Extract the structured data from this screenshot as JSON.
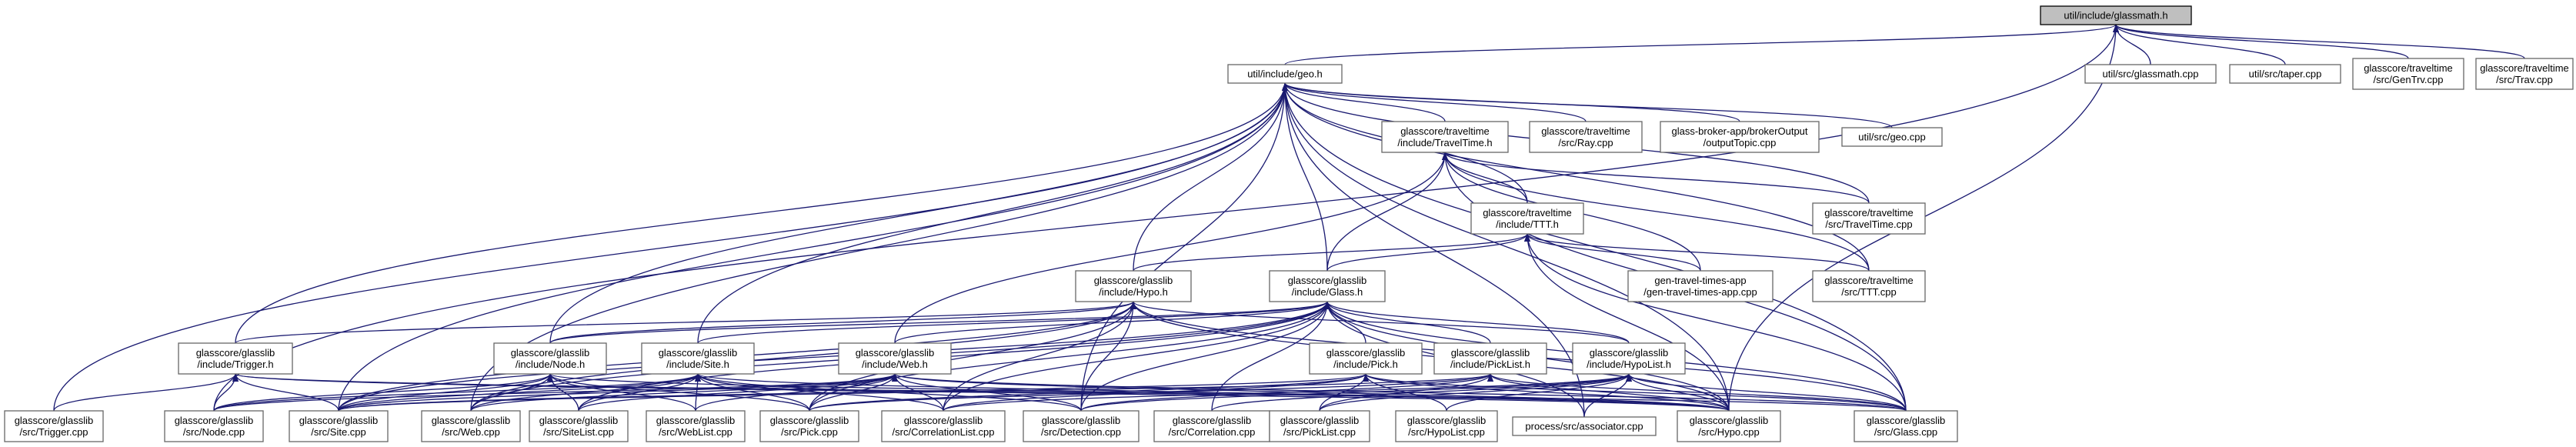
{
  "colors": {
    "edge": "#191970",
    "node_border": "#666666",
    "root_fill": "#bfbfbf",
    "root_border": "#000000",
    "background": "#ffffff"
  },
  "nodes": [
    {
      "id": "glassmath_h",
      "lines": [
        "util/include/glassmath.h"
      ],
      "root": true
    },
    {
      "id": "geo_h",
      "lines": [
        "util/include/geo.h"
      ]
    },
    {
      "id": "util_glassmath_cpp",
      "lines": [
        "util/src/glassmath.cpp"
      ]
    },
    {
      "id": "util_taper_cpp",
      "lines": [
        "util/src/taper.cpp"
      ]
    },
    {
      "id": "gentrv_cpp",
      "lines": [
        "glasscore/traveltime",
        "/src/GenTrv.cpp"
      ]
    },
    {
      "id": "trav_cpp",
      "lines": [
        "glasscore/traveltime",
        "/src/Trav.cpp"
      ]
    },
    {
      "id": "traveltime_h",
      "lines": [
        "glasscore/traveltime",
        "/include/TravelTime.h"
      ]
    },
    {
      "id": "ray_cpp",
      "lines": [
        "glasscore/traveltime",
        "/src/Ray.cpp"
      ]
    },
    {
      "id": "outputtopic_cpp",
      "lines": [
        "glass-broker-app/brokerOutput",
        "/outputTopic.cpp"
      ]
    },
    {
      "id": "util_geo_cpp",
      "lines": [
        "util/src/geo.cpp"
      ]
    },
    {
      "id": "ttt_h",
      "lines": [
        "glasscore/traveltime",
        "/include/TTT.h"
      ]
    },
    {
      "id": "traveltime_cpp",
      "lines": [
        "glasscore/traveltime",
        "/src/TravelTime.cpp"
      ]
    },
    {
      "id": "hypo_h",
      "lines": [
        "glasscore/glasslib",
        "/include/Hypo.h"
      ]
    },
    {
      "id": "glass_h",
      "lines": [
        "glasscore/glasslib",
        "/include/Glass.h"
      ]
    },
    {
      "id": "gtt_cpp",
      "lines": [
        "gen-travel-times-app",
        "/gen-travel-times-app.cpp"
      ]
    },
    {
      "id": "ttt_cpp",
      "lines": [
        "glasscore/traveltime",
        "/src/TTT.cpp"
      ]
    },
    {
      "id": "trigger_h",
      "lines": [
        "glasscore/glasslib",
        "/include/Trigger.h"
      ]
    },
    {
      "id": "node_h",
      "lines": [
        "glasscore/glasslib",
        "/include/Node.h"
      ]
    },
    {
      "id": "site_h",
      "lines": [
        "glasscore/glasslib",
        "/include/Site.h"
      ]
    },
    {
      "id": "web_h",
      "lines": [
        "glasscore/glasslib",
        "/include/Web.h"
      ]
    },
    {
      "id": "pick_h",
      "lines": [
        "glasscore/glasslib",
        "/include/Pick.h"
      ]
    },
    {
      "id": "picklist_h",
      "lines": [
        "glasscore/glasslib",
        "/include/PickList.h"
      ]
    },
    {
      "id": "hypolist_h",
      "lines": [
        "glasscore/glasslib",
        "/include/HypoList.h"
      ]
    },
    {
      "id": "trigger_cpp",
      "lines": [
        "glasscore/glasslib",
        "/src/Trigger.cpp"
      ]
    },
    {
      "id": "node_cpp",
      "lines": [
        "glasscore/glasslib",
        "/src/Node.cpp"
      ]
    },
    {
      "id": "site_cpp",
      "lines": [
        "glasscore/glasslib",
        "/src/Site.cpp"
      ]
    },
    {
      "id": "web_cpp",
      "lines": [
        "glasscore/glasslib",
        "/src/Web.cpp"
      ]
    },
    {
      "id": "sitelist_cpp",
      "lines": [
        "glasscore/glasslib",
        "/src/SiteList.cpp"
      ]
    },
    {
      "id": "weblist_cpp",
      "lines": [
        "glasscore/glasslib",
        "/src/WebList.cpp"
      ]
    },
    {
      "id": "pick_cpp",
      "lines": [
        "glasscore/glasslib",
        "/src/Pick.cpp"
      ]
    },
    {
      "id": "correlationlist_cpp",
      "lines": [
        "glasscore/glasslib",
        "/src/CorrelationList.cpp"
      ]
    },
    {
      "id": "detection_cpp",
      "lines": [
        "glasscore/glasslib",
        "/src/Detection.cpp"
      ]
    },
    {
      "id": "correlation_cpp",
      "lines": [
        "glasscore/glasslib",
        "/src/Correlation.cpp"
      ]
    },
    {
      "id": "picklist_cpp",
      "lines": [
        "glasscore/glasslib",
        "/src/PickList.cpp"
      ]
    },
    {
      "id": "hypolist_cpp",
      "lines": [
        "glasscore/glasslib",
        "/src/HypoList.cpp"
      ]
    },
    {
      "id": "associator_cpp",
      "lines": [
        "process/src/associator.cpp"
      ]
    },
    {
      "id": "hypo_cpp",
      "lines": [
        "glasscore/glasslib",
        "/src/Hypo.cpp"
      ]
    },
    {
      "id": "glass_cpp",
      "lines": [
        "glasscore/glasslib",
        "/src/Glass.cpp"
      ]
    }
  ],
  "edges": [
    [
      "geo_h",
      "glassmath_h"
    ],
    [
      "util_glassmath_cpp",
      "glassmath_h"
    ],
    [
      "util_taper_cpp",
      "glassmath_h"
    ],
    [
      "gentrv_cpp",
      "glassmath_h"
    ],
    [
      "trav_cpp",
      "glassmath_h"
    ],
    [
      "hypo_cpp",
      "glassmath_h"
    ],
    [
      "node_cpp",
      "glassmath_h"
    ],
    [
      "traveltime_h",
      "geo_h"
    ],
    [
      "ray_cpp",
      "geo_h"
    ],
    [
      "outputtopic_cpp",
      "geo_h"
    ],
    [
      "util_geo_cpp",
      "geo_h"
    ],
    [
      "ttt_h",
      "geo_h"
    ],
    [
      "traveltime_cpp",
      "geo_h"
    ],
    [
      "ttt_cpp",
      "geo_h"
    ],
    [
      "hypo_h",
      "geo_h"
    ],
    [
      "glass_h",
      "geo_h"
    ],
    [
      "trigger_h",
      "geo_h"
    ],
    [
      "node_h",
      "geo_h"
    ],
    [
      "site_h",
      "geo_h"
    ],
    [
      "trigger_cpp",
      "geo_h"
    ],
    [
      "site_cpp",
      "geo_h"
    ],
    [
      "web_cpp",
      "geo_h"
    ],
    [
      "detection_cpp",
      "geo_h"
    ],
    [
      "hypo_cpp",
      "geo_h"
    ],
    [
      "glass_cpp",
      "geo_h"
    ],
    [
      "associator_cpp",
      "geo_h"
    ],
    [
      "ttt_h",
      "traveltime_h"
    ],
    [
      "traveltime_cpp",
      "traveltime_h"
    ],
    [
      "gtt_cpp",
      "traveltime_h"
    ],
    [
      "ttt_cpp",
      "traveltime_h"
    ],
    [
      "glass_h",
      "traveltime_h"
    ],
    [
      "web_h",
      "traveltime_h"
    ],
    [
      "glass_cpp",
      "traveltime_h"
    ],
    [
      "hypo_h",
      "ttt_h"
    ],
    [
      "glass_h",
      "ttt_h"
    ],
    [
      "gtt_cpp",
      "ttt_h"
    ],
    [
      "ttt_cpp",
      "ttt_h"
    ],
    [
      "hypo_cpp",
      "ttt_h"
    ],
    [
      "glass_cpp",
      "ttt_h"
    ],
    [
      "trigger_h",
      "hypo_h"
    ],
    [
      "node_h",
      "hypo_h"
    ],
    [
      "site_cpp",
      "hypo_h"
    ],
    [
      "pick_cpp",
      "hypo_h"
    ],
    [
      "detection_cpp",
      "hypo_h"
    ],
    [
      "hypolist_h",
      "hypo_h"
    ],
    [
      "hypo_cpp",
      "hypo_h"
    ],
    [
      "glass_cpp",
      "hypo_h"
    ],
    [
      "correlationlist_cpp",
      "hypo_h"
    ],
    [
      "web_cpp",
      "hypo_h"
    ],
    [
      "node_h",
      "glass_h"
    ],
    [
      "site_h",
      "glass_h"
    ],
    [
      "web_h",
      "glass_h"
    ],
    [
      "pick_h",
      "glass_h"
    ],
    [
      "picklist_h",
      "glass_h"
    ],
    [
      "hypolist_h",
      "glass_h"
    ],
    [
      "site_cpp",
      "glass_h"
    ],
    [
      "pick_cpp",
      "glass_h"
    ],
    [
      "correlationlist_cpp",
      "glass_h"
    ],
    [
      "detection_cpp",
      "glass_h"
    ],
    [
      "correlation_cpp",
      "glass_h"
    ],
    [
      "associator_cpp",
      "glass_h"
    ],
    [
      "hypo_cpp",
      "glass_h"
    ],
    [
      "glass_cpp",
      "glass_h"
    ],
    [
      "web_cpp",
      "glass_h"
    ],
    [
      "sitelist_cpp",
      "glass_h"
    ],
    [
      "trigger_cpp",
      "trigger_h"
    ],
    [
      "node_cpp",
      "trigger_h"
    ],
    [
      "site_cpp",
      "trigger_h"
    ],
    [
      "hypo_cpp",
      "trigger_h"
    ],
    [
      "glass_cpp",
      "trigger_h"
    ],
    [
      "node_cpp",
      "node_h"
    ],
    [
      "site_cpp",
      "node_h"
    ],
    [
      "web_cpp",
      "node_h"
    ],
    [
      "sitelist_cpp",
      "node_h"
    ],
    [
      "weblist_cpp",
      "node_h"
    ],
    [
      "pick_cpp",
      "node_h"
    ],
    [
      "hypo_cpp",
      "node_h"
    ],
    [
      "node_cpp",
      "site_h"
    ],
    [
      "site_cpp",
      "site_h"
    ],
    [
      "web_cpp",
      "site_h"
    ],
    [
      "sitelist_cpp",
      "site_h"
    ],
    [
      "weblist_cpp",
      "site_h"
    ],
    [
      "pick_cpp",
      "site_h"
    ],
    [
      "correlationlist_cpp",
      "site_h"
    ],
    [
      "detection_cpp",
      "site_h"
    ],
    [
      "hypo_cpp",
      "site_h"
    ],
    [
      "node_cpp",
      "web_h"
    ],
    [
      "site_cpp",
      "web_h"
    ],
    [
      "web_cpp",
      "web_h"
    ],
    [
      "sitelist_cpp",
      "web_h"
    ],
    [
      "weblist_cpp",
      "web_h"
    ],
    [
      "pick_cpp",
      "web_h"
    ],
    [
      "correlationlist_cpp",
      "web_h"
    ],
    [
      "detection_cpp",
      "web_h"
    ],
    [
      "hypo_cpp",
      "web_h"
    ],
    [
      "glass_cpp",
      "web_h"
    ],
    [
      "site_cpp",
      "pick_h"
    ],
    [
      "pick_cpp",
      "pick_h"
    ],
    [
      "correlationlist_cpp",
      "pick_h"
    ],
    [
      "picklist_cpp",
      "pick_h"
    ],
    [
      "hypolist_cpp",
      "pick_h"
    ],
    [
      "hypo_cpp",
      "pick_h"
    ],
    [
      "glass_cpp",
      "pick_h"
    ],
    [
      "pick_cpp",
      "picklist_h"
    ],
    [
      "picklist_cpp",
      "picklist_h"
    ],
    [
      "detection_cpp",
      "picklist_h"
    ],
    [
      "hypo_cpp",
      "picklist_h"
    ],
    [
      "glass_cpp",
      "picklist_h"
    ],
    [
      "site_cpp",
      "picklist_h"
    ],
    [
      "hypolist_cpp",
      "hypolist_h"
    ],
    [
      "detection_cpp",
      "hypolist_h"
    ],
    [
      "associator_cpp",
      "hypolist_h"
    ],
    [
      "picklist_cpp",
      "hypolist_h"
    ],
    [
      "correlation_cpp",
      "hypolist_h"
    ],
    [
      "correlationlist_cpp",
      "hypolist_h"
    ],
    [
      "hypo_cpp",
      "hypolist_h"
    ],
    [
      "glass_cpp",
      "hypolist_h"
    ]
  ]
}
